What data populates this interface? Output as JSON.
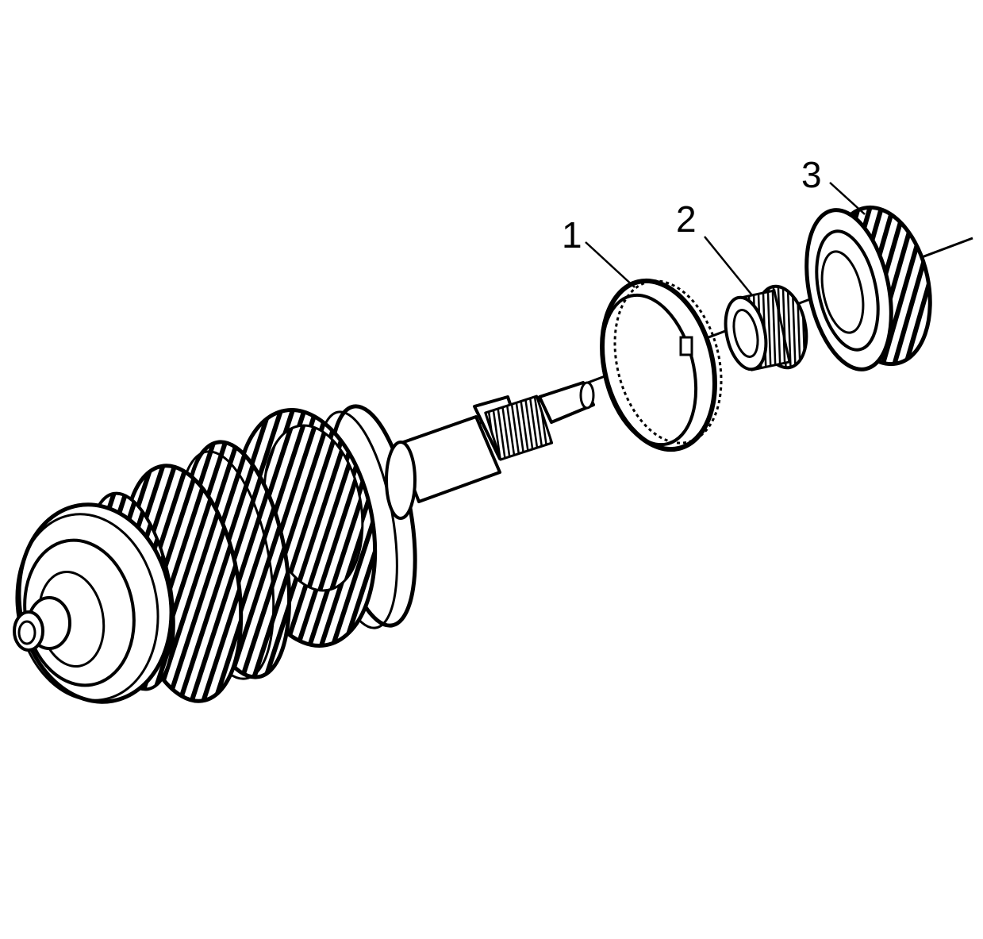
{
  "diagram": {
    "colors": {
      "ink": "#000000",
      "paper": "#ffffff"
    },
    "callouts": [
      {
        "id": "1",
        "label": "1",
        "part": "ring"
      },
      {
        "id": "2",
        "label": "2",
        "part": "needle-bearing"
      },
      {
        "id": "3",
        "label": "3",
        "part": "gear"
      }
    ]
  }
}
